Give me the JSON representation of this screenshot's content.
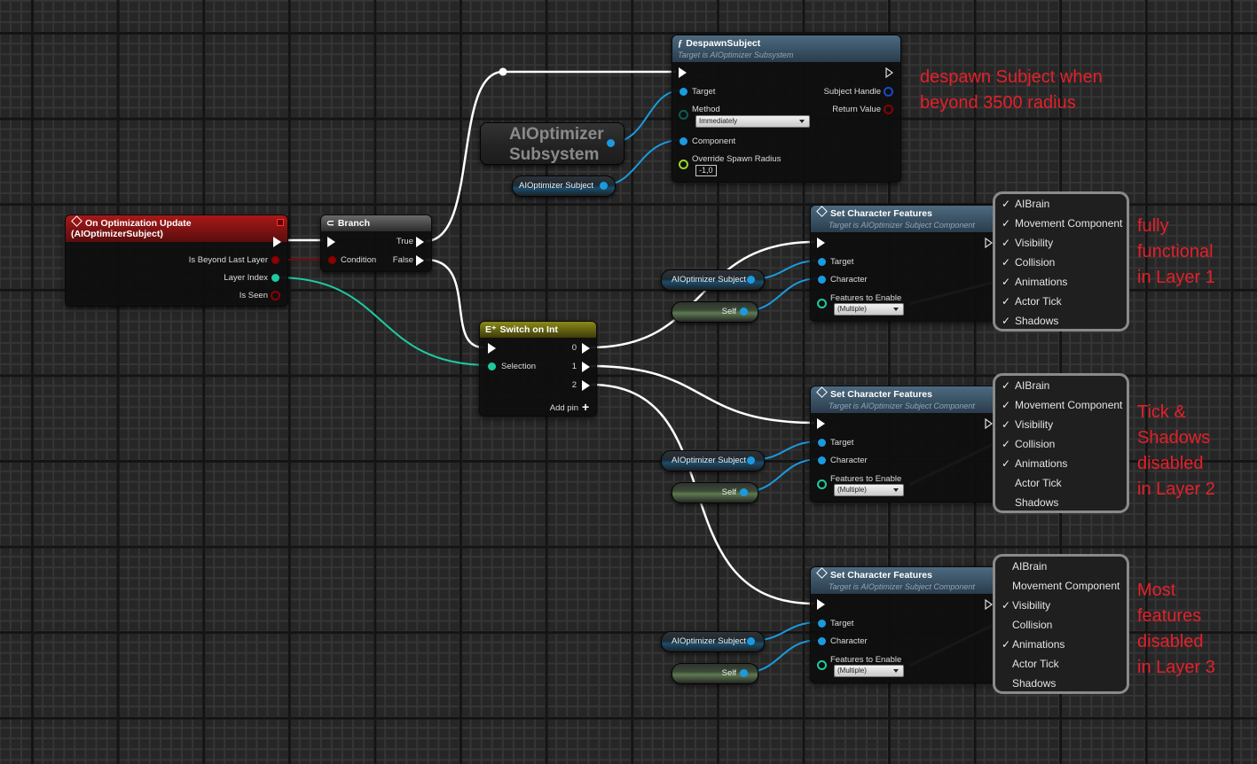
{
  "editor": "Unreal Engine Blueprint graph",
  "colors": {
    "background": "#262626",
    "event_header": "#a81818",
    "function_header": "#4d6a80",
    "switch_header": "#8c8a18",
    "exec_wire": "#ffffff",
    "object_wire": "#1a9be0",
    "int_wire": "#1fc9a0",
    "bool_wire": "#8b0000",
    "annotation_text": "#e4202a"
  },
  "event_node": {
    "title": "On Optimization Update (AIOptimizerSubject)",
    "pins": [
      "Is Beyond Last Layer",
      "Layer Index",
      "Is Seen"
    ]
  },
  "branch_node": {
    "title": "Branch",
    "condition": "Condition",
    "true_label": "True",
    "false_label": "False"
  },
  "despawn_node": {
    "title": "DespawnSubject",
    "subtitle": "Target is AIOptimizer Subsystem",
    "target": "Target",
    "method": "Method",
    "method_value": "Immediately",
    "component": "Component",
    "override_radius": "Override Spawn Radius",
    "override_radius_value": "-1,0",
    "subject_handle": "Subject Handle",
    "return_value": "Return Value"
  },
  "subsystem_node": {
    "label": "AIOptimizer\nSubsystem"
  },
  "variables": {
    "subject": "AIOptimizer Subject",
    "self": "Self"
  },
  "switch_node": {
    "title": "Switch on Int",
    "selection": "Selection",
    "outputs": [
      "0",
      "1",
      "2"
    ],
    "add_pin": "Add pin"
  },
  "set_features_nodes": [
    {
      "title": "Set Character Features",
      "subtitle": "Target is AIOptimizer Subject Component",
      "target": "Target",
      "character": "Character",
      "features_label": "Features to Enable",
      "features_value": "(Multiple)"
    },
    {
      "title": "Set Character Features",
      "subtitle": "Target is AIOptimizer Subject Component",
      "target": "Target",
      "character": "Character",
      "features_label": "Features to Enable",
      "features_value": "(Multiple)"
    },
    {
      "title": "Set Character Features",
      "subtitle": "Target is AIOptimizer Subject Component",
      "target": "Target",
      "character": "Character",
      "features_label": "Features to Enable",
      "features_value": "(Multiple)"
    }
  ],
  "feature_popups": [
    {
      "items": [
        {
          "label": "AIBrain",
          "checked": true
        },
        {
          "label": "Movement Component",
          "checked": true
        },
        {
          "label": "Visibility",
          "checked": true
        },
        {
          "label": "Collision",
          "checked": true
        },
        {
          "label": "Animations",
          "checked": true
        },
        {
          "label": "Actor Tick",
          "checked": true
        },
        {
          "label": "Shadows",
          "checked": true
        }
      ]
    },
    {
      "items": [
        {
          "label": "AIBrain",
          "checked": true
        },
        {
          "label": "Movement Component",
          "checked": true
        },
        {
          "label": "Visibility",
          "checked": true
        },
        {
          "label": "Collision",
          "checked": true
        },
        {
          "label": "Animations",
          "checked": true
        },
        {
          "label": "Actor Tick",
          "checked": false
        },
        {
          "label": "Shadows",
          "checked": false
        }
      ]
    },
    {
      "items": [
        {
          "label": "AIBrain",
          "checked": false
        },
        {
          "label": "Movement Component",
          "checked": false
        },
        {
          "label": "Visibility",
          "checked": true
        },
        {
          "label": "Collision",
          "checked": false
        },
        {
          "label": "Animations",
          "checked": true
        },
        {
          "label": "Actor Tick",
          "checked": false
        },
        {
          "label": "Shadows",
          "checked": false
        }
      ]
    }
  ],
  "annotations": {
    "despawn": "despawn Subject when\nbeyond 3500 radius",
    "layer1": "fully\nfunctional\nin Layer 1",
    "layer2": "Tick &\nShadows\ndisabled\nin Layer 2",
    "layer3": "Most\nfeatures\ndisabled\nin Layer 3"
  },
  "check_glyph": "✓"
}
